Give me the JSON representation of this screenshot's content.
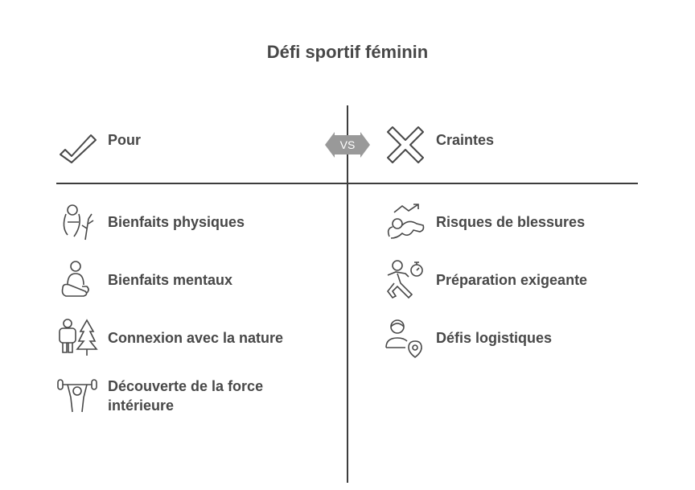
{
  "title": "Défi sportif féminin",
  "vs_label": "VS",
  "colors": {
    "text": "#484848",
    "line": "#3d3d3d",
    "vs_badge": "#999999"
  },
  "pros": {
    "heading": "Pour",
    "icon": "checkmark-icon",
    "items": [
      {
        "label": "Bienfaits physiques",
        "icon": "woman-plant-icon"
      },
      {
        "label": "Bienfaits mentaux",
        "icon": "meditation-icon"
      },
      {
        "label": "Connexion avec la nature",
        "icon": "hiker-tree-icon"
      },
      {
        "label": "Découverte de la force intérieure",
        "icon": "weightlifter-icon"
      }
    ]
  },
  "cons": {
    "heading": "Craintes",
    "icon": "cross-icon",
    "items": [
      {
        "label": "Risques de blessures",
        "icon": "injury-icon"
      },
      {
        "label": "Préparation exigeante",
        "icon": "runner-stopwatch-icon"
      },
      {
        "label": "Défis logistiques",
        "icon": "person-location-icon"
      }
    ]
  }
}
